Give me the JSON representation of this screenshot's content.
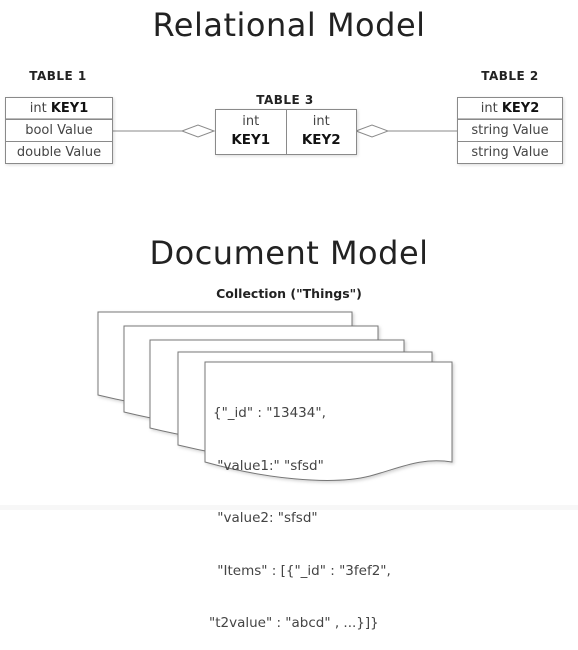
{
  "relational": {
    "title": "Relational Model",
    "table1": {
      "label": "TABLE 1",
      "rows": [
        {
          "type": "int",
          "name": "KEY1",
          "bold": true
        },
        {
          "type": "bool",
          "name": "Value",
          "bold": false
        },
        {
          "type": "double",
          "name": "Value",
          "bold": false
        }
      ]
    },
    "table2": {
      "label": "TABLE 2",
      "rows": [
        {
          "type": "int",
          "name": "KEY2",
          "bold": true
        },
        {
          "type": "string",
          "name": "Value",
          "bold": false
        },
        {
          "type": "string",
          "name": "Value",
          "bold": false
        }
      ]
    },
    "table3": {
      "label": "TABLE 3",
      "cols": [
        {
          "type": "int",
          "name": "KEY1"
        },
        {
          "type": "int",
          "name": "KEY2"
        }
      ]
    }
  },
  "document": {
    "title": "Document Model",
    "collection_label": "Collection (\"Things\")",
    "json_lines": [
      "{\"_id\" : \"13434\",",
      " \"value1:\" \"sfsd\"",
      " \"value2: \"sfsd\"",
      " \"Items\" : [{\"_id\" : \"3fef2\",",
      "\"t2value\" : \"abcd\" , ...}]}"
    ]
  },
  "colors": {
    "border": "#8a8a8a",
    "text": "#444444",
    "title": "#222222"
  }
}
